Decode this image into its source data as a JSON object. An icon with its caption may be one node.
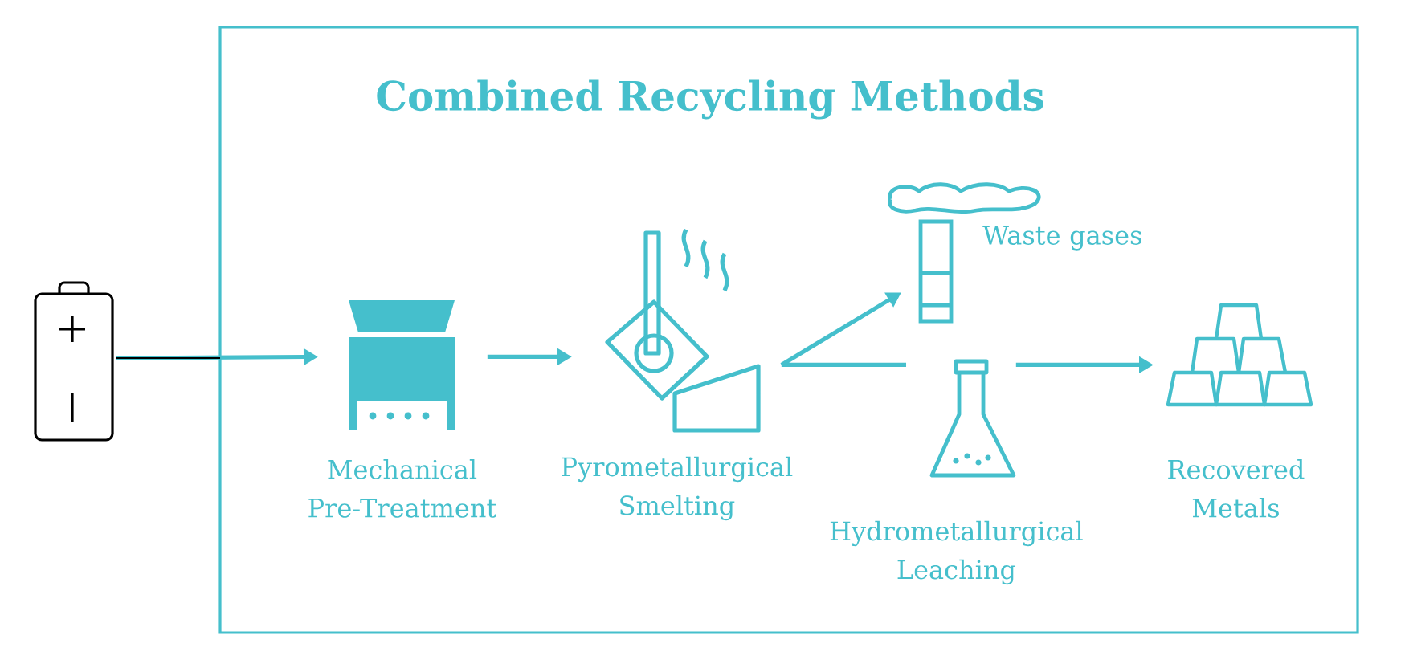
{
  "diagram": {
    "nodes": [
      {
        "text": [
          "Combined Recycling Methods"
        ]
      },
      {
        "text": [],
        "shape": "picture"
      },
      {
        "text": [
          "Mechanical Pre-Treatment"
        ],
        "in": 0
      },
      {
        "text": [
          "Pyrometallurgical Smelting"
        ],
        "in": 0
      },
      {
        "text": [
          "Waste gases"
        ],
        "in": 0
      },
      {
        "text": [
          "Hydrometallurgical Leaching"
        ],
        "in": 0
      },
      {
        "text": [
          "Recovered Metals"
        ],
        "in": 0
      }
    ],
    "edges": [
      {
        "from": 1,
        "to": 2,
        "arrow": "to"
      },
      {
        "from": 2,
        "to": 3,
        "arrow": "to"
      },
      {
        "from": 3,
        "to": 4,
        "arrow": "to"
      },
      {
        "from": 3,
        "to": 5,
        "arrow": "none"
      },
      {
        "from": 5,
        "to": 6,
        "arrow": "to"
      }
    ]
  }
}
